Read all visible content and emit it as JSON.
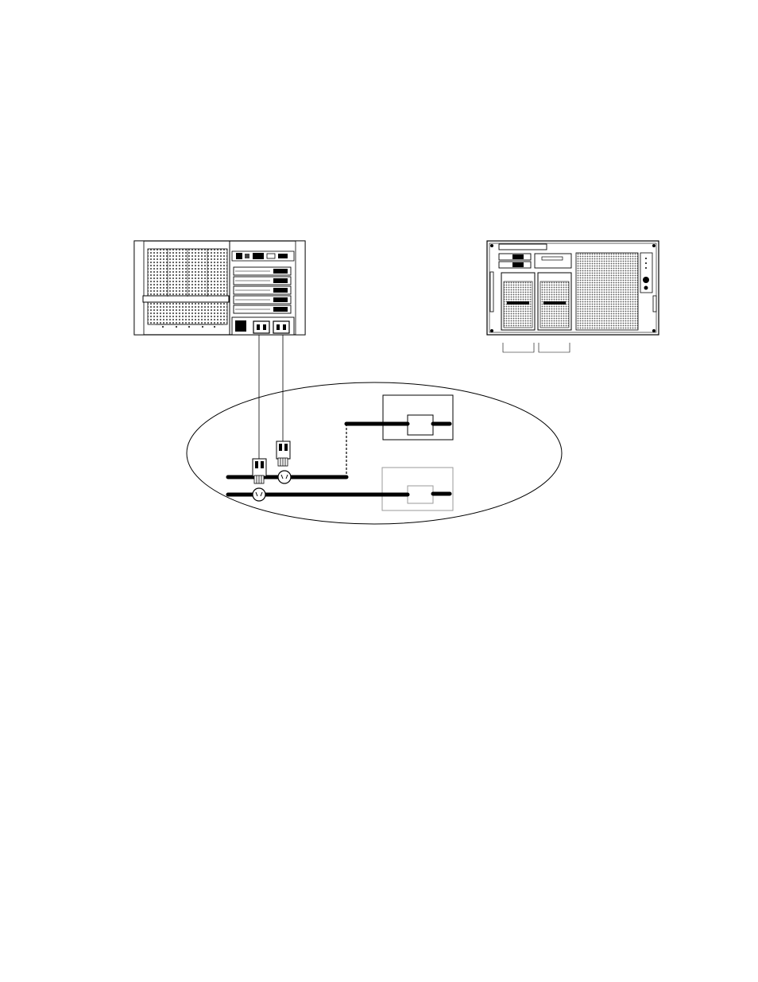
{
  "figure": {
    "rear_chassis": {
      "power_supply_count": 2,
      "io_module_slots": 5
    },
    "front_chassis": {
      "power_supply_bays": 2,
      "drive_bays": 2
    },
    "power_feeds": {
      "feed_a": {
        "circuit": "active"
      },
      "feed_b": {
        "circuit": "alternate"
      }
    },
    "colors": {
      "line": "#000000",
      "panel_fill": "#ffffff",
      "vent_fill": "#6e6e6e",
      "faded": "#9a9a9a"
    }
  }
}
